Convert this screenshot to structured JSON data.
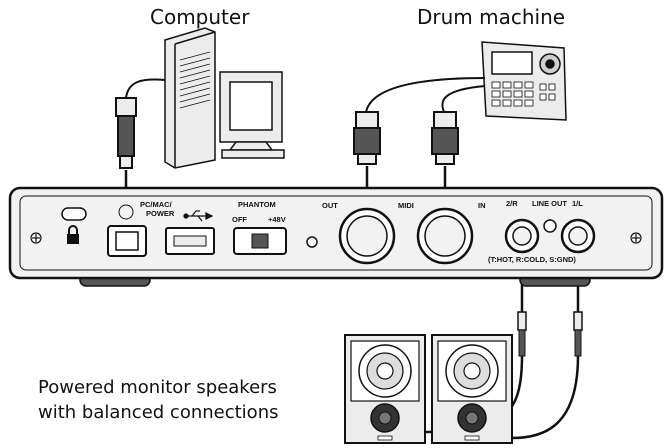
{
  "labels": {
    "computer": "Computer",
    "drum_machine": "Drum machine",
    "speakers_line1": "Powered monitor speakers",
    "speakers_line2": "with balanced connections"
  },
  "panel": {
    "pc_mac_power_1": "PC/MAC/",
    "pc_mac_power_2": "POWER",
    "phantom": "PHANTOM",
    "phantom_off": "OFF",
    "phantom_48v": "+48V",
    "midi_out": "OUT",
    "midi": "MIDI",
    "midi_in": "IN",
    "line_2r": "2/R",
    "line_out": "LINE OUT",
    "line_1l": "1/L",
    "pinout": "(T:HOT, R:COLD, S:GND)"
  },
  "colors": {
    "line": "#111111",
    "panel_fill": "#f2f2f2",
    "device_fill": "#ececec"
  },
  "icons": [
    "usb-icon",
    "lock-icon",
    "screw-icon"
  ]
}
